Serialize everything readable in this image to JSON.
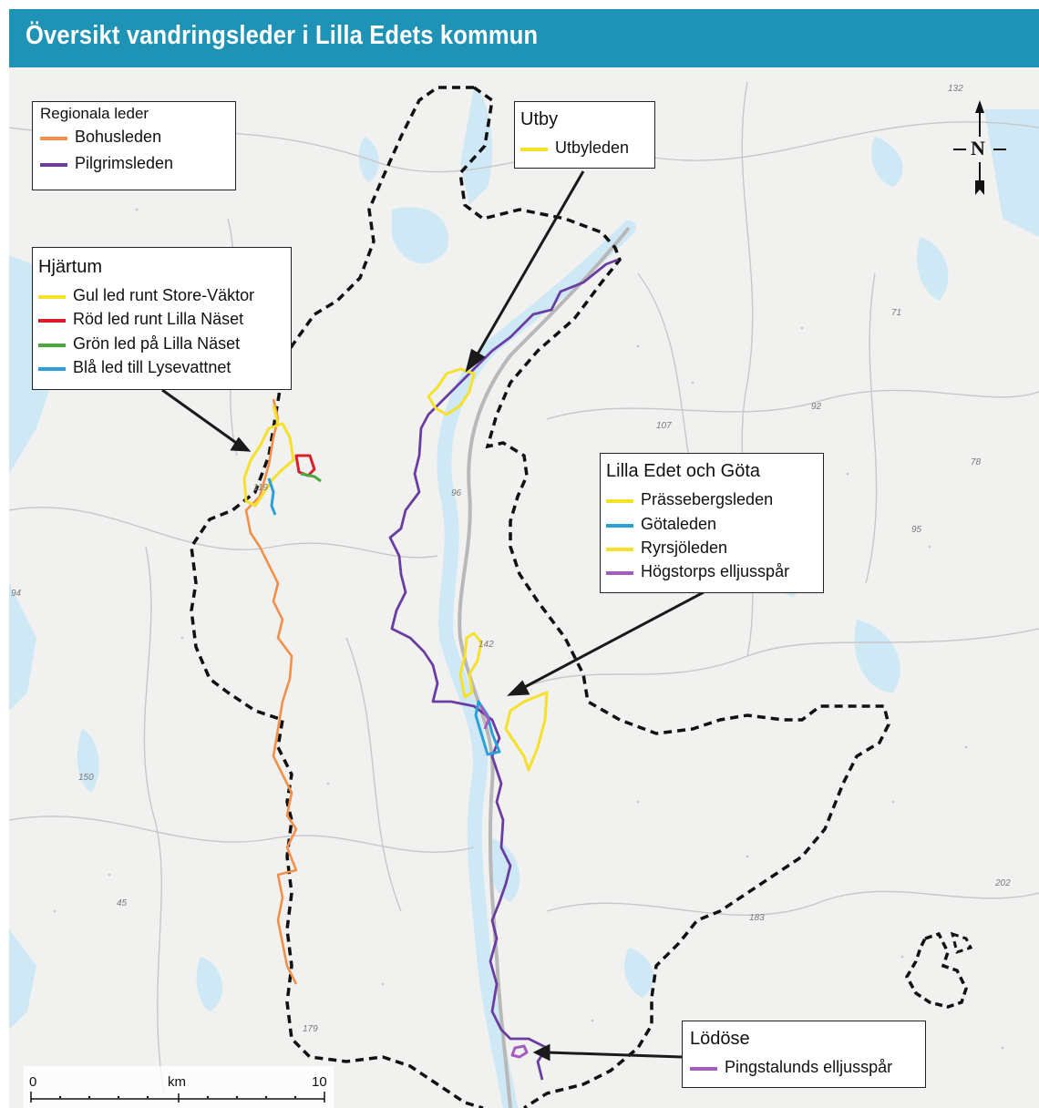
{
  "title": "Översikt vandringsleder i Lilla Edets kommun",
  "colors": {
    "title_bar": "#1f93b5",
    "orange": "#f0904a",
    "purple": "#6a3ea0",
    "yellow": "#f5e12c",
    "red": "#d6202a",
    "green": "#4aa83c",
    "blue": "#2a9fd8",
    "lightpurple": "#a45cc0",
    "boundary": "#111111",
    "water": "#cfe8f6"
  },
  "legends": {
    "regionala": {
      "title": "Regionala leder",
      "items": [
        {
          "label": "Bohusleden",
          "color": "#f0904a"
        },
        {
          "label": "Pilgrimsleden",
          "color": "#6a3ea0"
        }
      ]
    },
    "hjartum": {
      "title": "Hjärtum",
      "items": [
        {
          "label": "Gul led runt Store-Väktor",
          "color": "#f5e12c"
        },
        {
          "label": "Röd led runt Lilla Näset",
          "color": "#d6202a"
        },
        {
          "label": "Grön led på Lilla Näset",
          "color": "#4aa83c"
        },
        {
          "label": "Blå led till Lysevattnet",
          "color": "#2a9fd8"
        }
      ]
    },
    "utby": {
      "title": "Utby",
      "items": [
        {
          "label": "Utbyleden",
          "color": "#f5e12c"
        }
      ]
    },
    "lillaedet": {
      "title": "Lilla Edet och Göta",
      "items": [
        {
          "label": "Prässebergsleden",
          "color": "#f5e12c"
        },
        {
          "label": "Götaleden",
          "color": "#2a9fd8"
        },
        {
          "label": "Ryrsjöleden",
          "color": "#f5e12c"
        },
        {
          "label": "Högstorps elljusspår",
          "color": "#a45cc0"
        }
      ]
    },
    "lodose": {
      "title": "Lödöse",
      "items": [
        {
          "label": "Pingstalunds elljusspår",
          "color": "#a45cc0"
        }
      ]
    }
  },
  "scale": {
    "start": "0",
    "unit": "km",
    "end": "10"
  },
  "north": "N",
  "map_labels": [
    "132",
    "119",
    "71",
    "92",
    "107",
    "96",
    "78",
    "95",
    "94",
    "142",
    "150",
    "45",
    "183",
    "202",
    "179"
  ]
}
